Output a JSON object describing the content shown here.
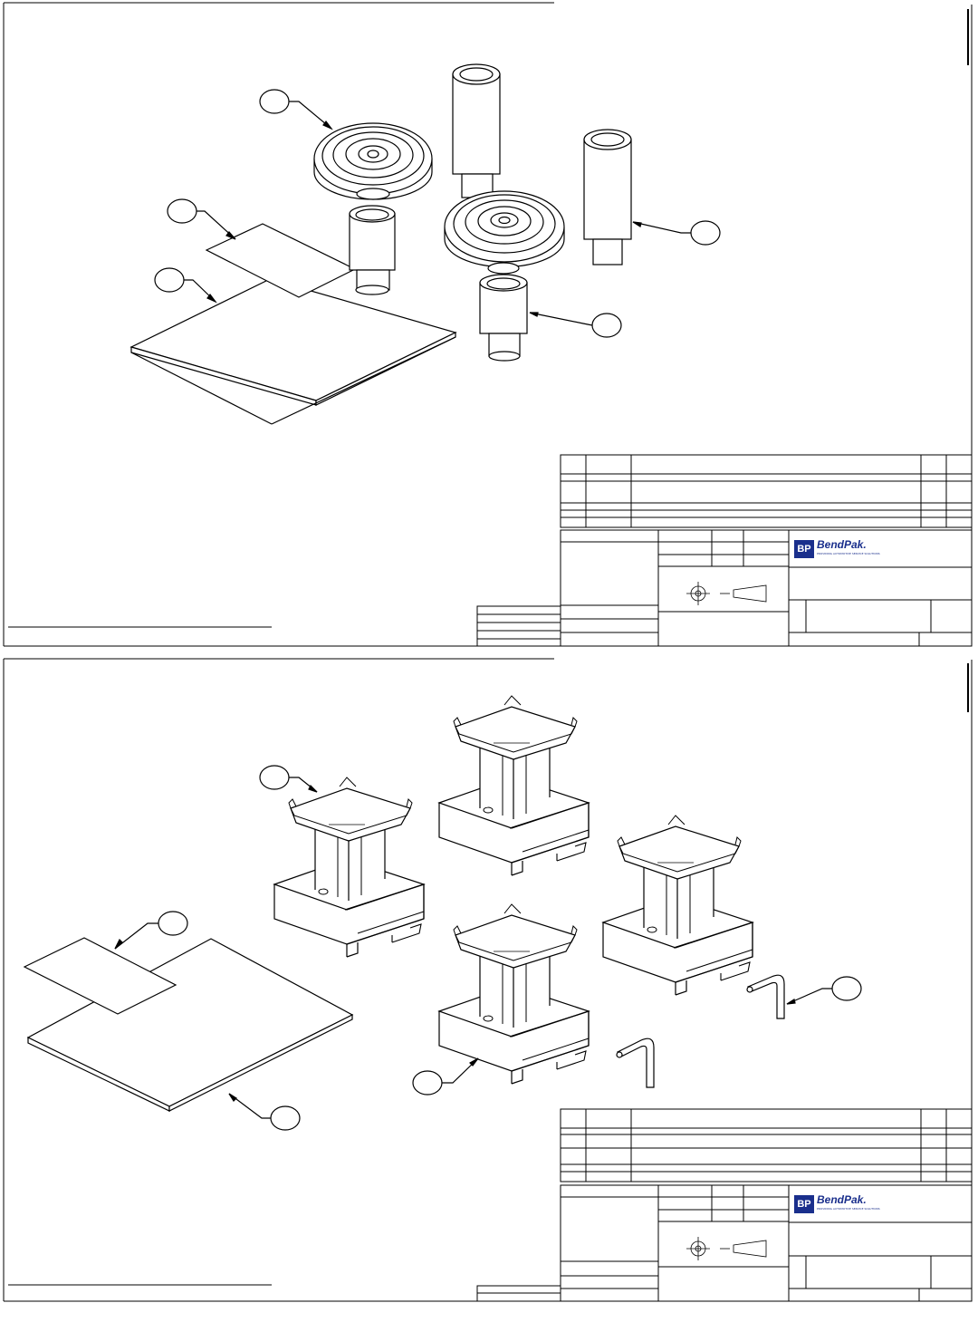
{
  "sheets": [
    {
      "id": "sheet-1",
      "logo": {
        "brand": "BendPak",
        "brand_suffix": ".",
        "mark": "BP",
        "tagline": "PROVIDING AUTOMOTIVE SERVICE SOLUTIONS",
        "color": "#1a2f8c"
      }
    },
    {
      "id": "sheet-2",
      "logo": {
        "brand": "BendPak",
        "brand_suffix": ".",
        "mark": "BP",
        "tagline": "PROVIDING AUTOMOTIVE SERVICE SOLUTIONS",
        "color": "#1a2f8c"
      }
    }
  ],
  "colors": {
    "line": "#000000",
    "paper": "#ffffff",
    "logo_blue": "#1a2f8c"
  }
}
